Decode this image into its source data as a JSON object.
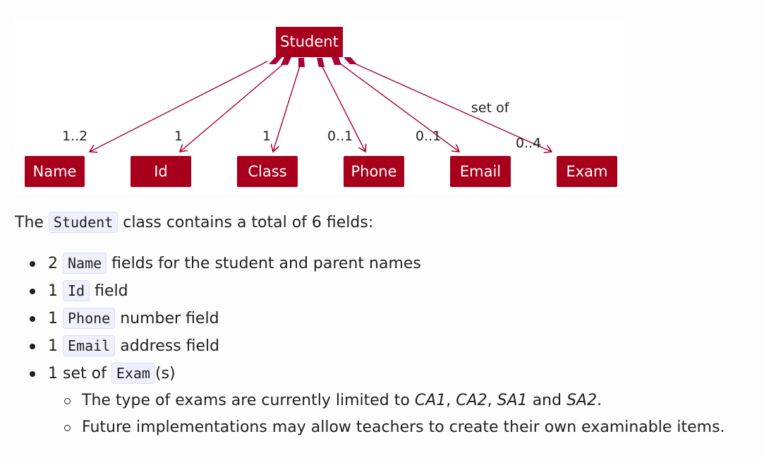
{
  "diagram": {
    "root": "Student",
    "nodes": [
      "Name",
      "Id",
      "Class",
      "Phone",
      "Email",
      "Exam"
    ],
    "multiplicities": [
      "1..2",
      "1",
      "1",
      "0..1",
      "0..1",
      "0..4"
    ],
    "edge_note": "set of",
    "colors": {
      "fill": "#a8001c",
      "edge": "#a80036",
      "text": "#ffffff"
    }
  },
  "intro": {
    "prefix": "The",
    "code": "Student",
    "suffix": "class contains a total of 6 fields:"
  },
  "fields": [
    {
      "prefix": "2",
      "code": "Name",
      "suffix": "fields for the student and parent names"
    },
    {
      "prefix": "1",
      "code": "Id",
      "suffix": "field"
    },
    {
      "prefix": "1",
      "code": "Phone",
      "suffix": "number field"
    },
    {
      "prefix": "1",
      "code": "Email",
      "suffix": "address field"
    },
    {
      "prefix": "1 set of",
      "code": "Exam",
      "suffix": "(s)"
    }
  ],
  "exam_notes": {
    "types_prefix": "The type of exams are currently limited to",
    "types": [
      "CA1",
      "CA2",
      "SA1",
      "SA2"
    ],
    "sep1": ",",
    "sep2": ",",
    "and_word": "and",
    "end": ".",
    "future": "Future implementations may allow teachers to create their own examinable items."
  }
}
